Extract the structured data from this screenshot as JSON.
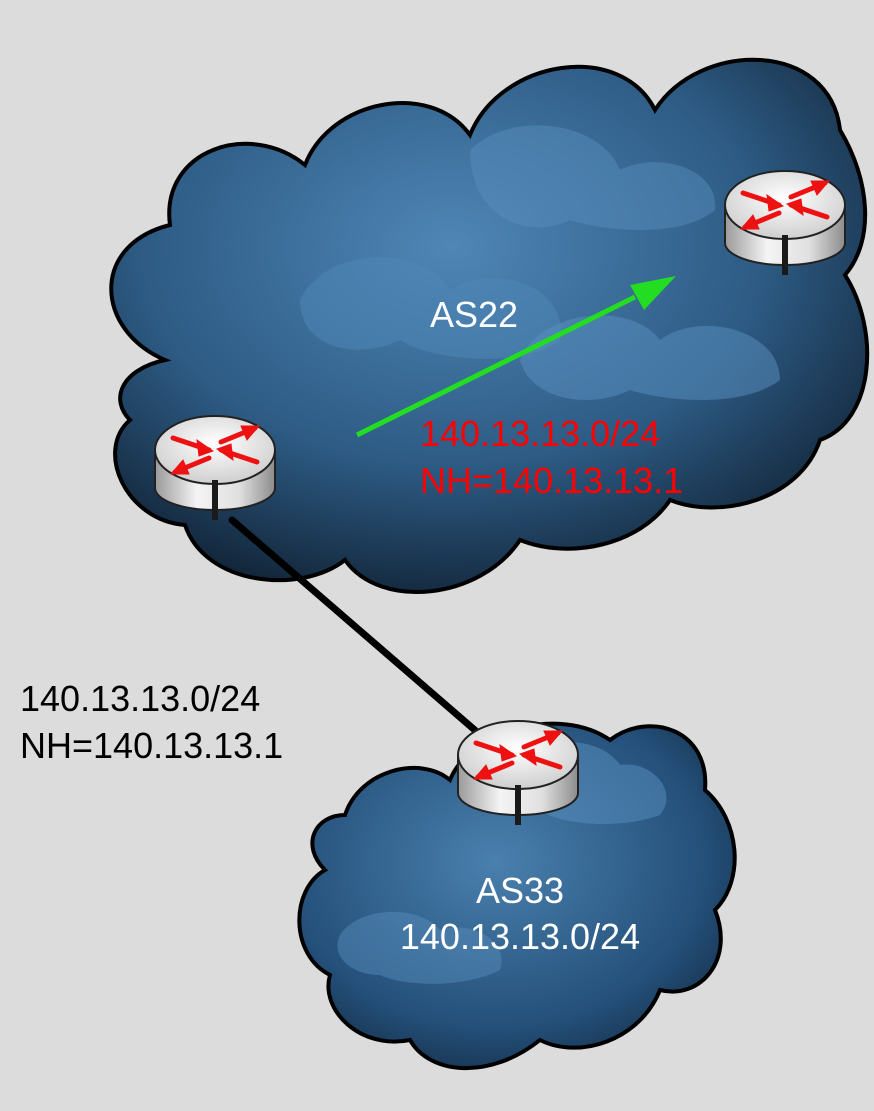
{
  "colors": {
    "background": "#dcdcdc",
    "cloud_dark": "#0b1725",
    "cloud_mid": "#2d5b84",
    "cloud_light": "#4f86b6",
    "advertisement_arrow": "#22dd22",
    "link": "#000000",
    "advertised_route_text": "#ff0000",
    "label_text": "#ffffff",
    "external_text": "#000000"
  },
  "icons": {
    "router": "router-icon",
    "cloud": "cloud-shape",
    "arrow": "arrow-icon"
  },
  "as22": {
    "name": "AS22",
    "advertised_prefix": "140.13.13.0/24",
    "advertised_next_hop": "NH=140.13.13.1"
  },
  "as33": {
    "name": "AS33",
    "prefix": "140.13.13.0/24"
  },
  "ebgp_update": {
    "prefix": "140.13.13.0/24",
    "next_hop": "NH=140.13.13.1"
  }
}
